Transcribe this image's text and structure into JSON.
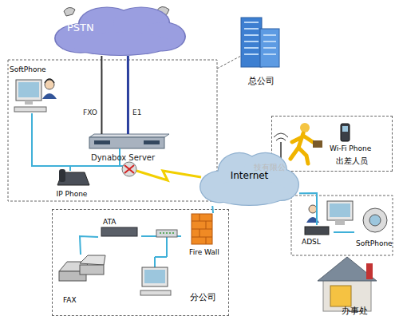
{
  "diagram": {
    "nodes": [
      {
        "text": [
          "PSTN"
        ]
      },
      {
        "text": [
          "SoftPhone"
        ]
      },
      {
        "text": [
          "Dynabox Server"
        ]
      },
      {
        "text": [
          "IP Phone"
        ]
      },
      {
        "text": [
          "总公司"
        ]
      },
      {
        "text": [
          "出差人员"
        ]
      },
      {
        "text": [
          "Wi-Fi Phone"
        ],
        "in": 5
      },
      {
        "text": [
          "Internet"
        ]
      },
      {
        "text": [
          "分公司"
        ]
      },
      {
        "text": [
          "ATA"
        ],
        "in": 8
      },
      {
        "text": [
          "Fire Wall"
        ],
        "in": 8
      },
      {
        "text": [
          "FAX"
        ],
        "in": 8
      },
      {
        "text": [
          "ADSL"
        ]
      },
      {
        "text": [
          "SoftPhone"
        ]
      },
      {
        "text": [
          "办事处"
        ]
      }
    ],
    "edges": [
      {
        "from": 0,
        "to": 2,
        "arrow": "none",
        "label": "FXO"
      },
      {
        "from": 0,
        "to": 2,
        "arrow": "none",
        "label": "E1"
      },
      {
        "from": 7,
        "to": 10,
        "arrow": "none"
      },
      {
        "from": 10,
        "to": 9,
        "arrow": "none"
      },
      {
        "from": 9,
        "to": 11,
        "arrow": "none"
      },
      {
        "from": 7,
        "to": 12,
        "arrow": "none"
      },
      {
        "from": 12,
        "to": 13,
        "arrow": "none"
      }
    ],
    "labels": [
      "技有限公"
    ]
  }
}
